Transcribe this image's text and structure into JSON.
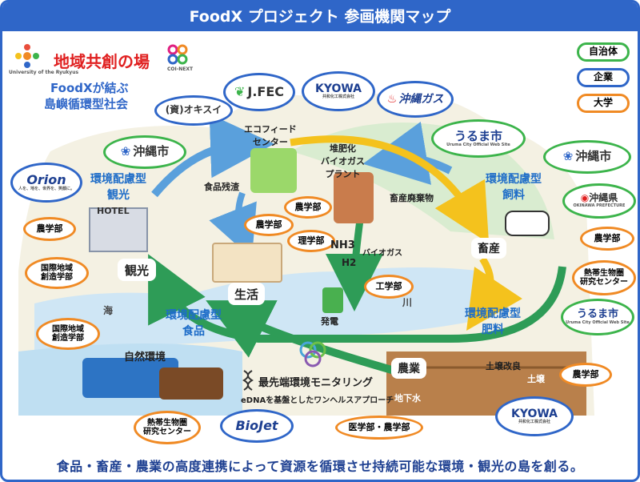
{
  "header": {
    "title": "FoodX プロジェクト 参画機関マップ"
  },
  "top_left": {
    "univ_caption": "University of the Ryukyus",
    "brand": "地域共創の場",
    "coi": "COI-NEXT",
    "tagline_line1": "FoodXが結ぶ",
    "tagline_line2": "島嶼循環型社会"
  },
  "legend": {
    "gov": "自治体",
    "com": "企業",
    "uni": "大学"
  },
  "colors": {
    "gov": "#3cb44b",
    "com": "#2f66c8",
    "uni": "#f08a24",
    "arrow_blue": "#5aa0dc",
    "arrow_green": "#2e9c57",
    "arrow_yellow": "#f4c21d"
  },
  "orgs": {
    "orion": "Orion",
    "orion_caption": "人を、地を、世界を、笑顔に。",
    "okinawa_city_1": "沖縄市",
    "jfec": "J.FEC",
    "okisui": "(資)オキスイ",
    "kyowa_top": "KYOWA",
    "kyowa_caption": "共和化工株式会社",
    "okinawa_gas": "沖縄ガス",
    "uruma_1": "うるま市",
    "uruma_caption": "Uruma City Official Web Site",
    "okinawa_city_2": "沖縄市",
    "okinawa_pref": "沖縄県",
    "okinawa_pref_caption": "OKINAWA PREFECTURE",
    "uruma_2": "うるま市",
    "kyowa_bottom": "KYOWA",
    "biojet": "BioJet"
  },
  "unis": {
    "agri_1": "農学部",
    "intl_1": "国際地域\n創造学部",
    "intl_2": "国際地域\n創造学部",
    "tropical_1": "熱帯生物圏\n研究センター",
    "agri_2": "農学部",
    "agri_3": "農学部",
    "science": "理学部",
    "engineering": "工学部",
    "agri_4": "農学部",
    "tropical_2": "熱帯生物圏\n研究センター",
    "agri_5": "農学部",
    "med_agri": "医学部・農学部"
  },
  "labels": {
    "eco_center": "エコフィード\nセンター",
    "compost_plant": "堆肥化\nバイオガス\nプラント",
    "eco_tourism": "環境配慮型\n観光",
    "hotel": "HOTEL",
    "food_waste": "食品残渣",
    "livestock_waste": "畜産廃棄物",
    "eco_feed": "環境配慮型\n飼料",
    "livestock": "畜産",
    "tourism": "観光",
    "life": "生活",
    "nh3": "NH3",
    "h2": "H2",
    "biogas": "バイオガス",
    "power": "発電",
    "sea": "海",
    "river": "川",
    "eco_food": "環境配慮型\n食品",
    "eco_fertilizer": "環境配慮型\n肥料",
    "nature": "自然環境",
    "agriculture": "農業",
    "soil_improve": "土壌改良",
    "soil": "土壌",
    "groundwater": "地下水",
    "monitoring": "最先端環境モニタリング",
    "edna": "eDNAを基盤としたワンヘルスアプローチ"
  },
  "footer": "食品・畜産・農業の高度連携によって資源を循環させ持続可能な環境・観光の島を創る。"
}
